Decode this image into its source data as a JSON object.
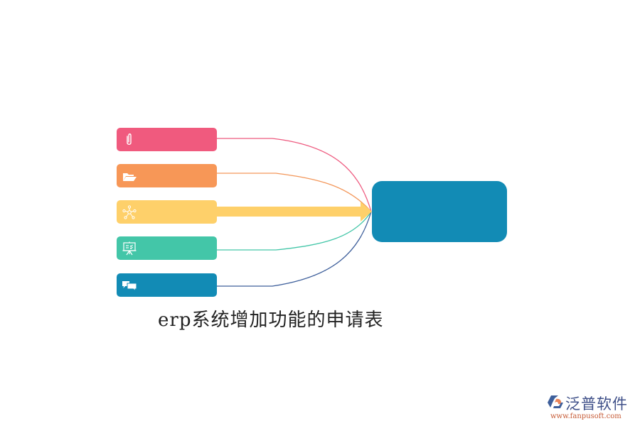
{
  "diagram": {
    "title": "erp系统增加功能的申请表",
    "center_node": {
      "label": "",
      "color": "#128bb5"
    },
    "nodes": [
      {
        "id": "attachment",
        "icon": "paperclip-icon",
        "label": "",
        "color": "#f05a7e",
        "connector_color": "#ee5a7f"
      },
      {
        "id": "folder",
        "icon": "folder-open-icon",
        "label": "",
        "color": "#f79757",
        "connector_color": "#f3975a"
      },
      {
        "id": "network",
        "icon": "network-nodes-icon",
        "label": "",
        "color": "#fed06a",
        "connector_color": "#fed06a",
        "emphasized": true
      },
      {
        "id": "presentation",
        "icon": "presentation-board-icon",
        "label": "",
        "color": "#43c6a8",
        "connector_color": "#43c6a8"
      },
      {
        "id": "chat",
        "icon": "chat-bubbles-icon",
        "label": "",
        "color": "#128bb5",
        "connector_color": "#3e5f9b"
      }
    ]
  },
  "brand": {
    "name": "泛普软件",
    "url": "www.fanpusoft.com",
    "icon": "fanpu-logo-icon"
  }
}
